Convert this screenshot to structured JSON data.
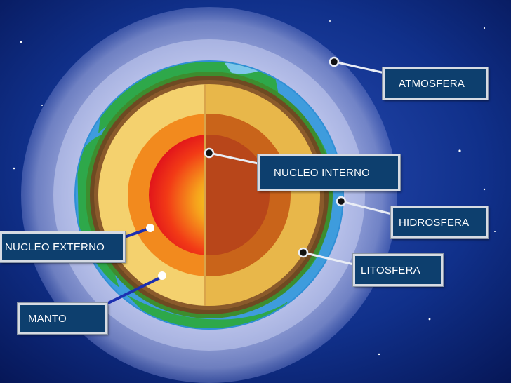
{
  "labels": {
    "atmosfera": "ATMOSFERA",
    "nucleo_interno": "NUCLEO INTERNO",
    "hidrosfera": "HIDROSFERA",
    "nucleo_externo": "NUCLEO EXTERNO",
    "litosfera": "LITOSFERA",
    "manto": "MANTO"
  },
  "colors": {
    "background": "#0a1f6e",
    "atmosphere": "#9aa6d8",
    "ocean": "#2f8fd6",
    "land": "#2ea84a",
    "crust": "#8a5a2b",
    "mantle": "#f2cc66",
    "outer_core": "#f28a1e",
    "inner_core": "#f23a16",
    "label_bg": "#0d3f6e"
  }
}
